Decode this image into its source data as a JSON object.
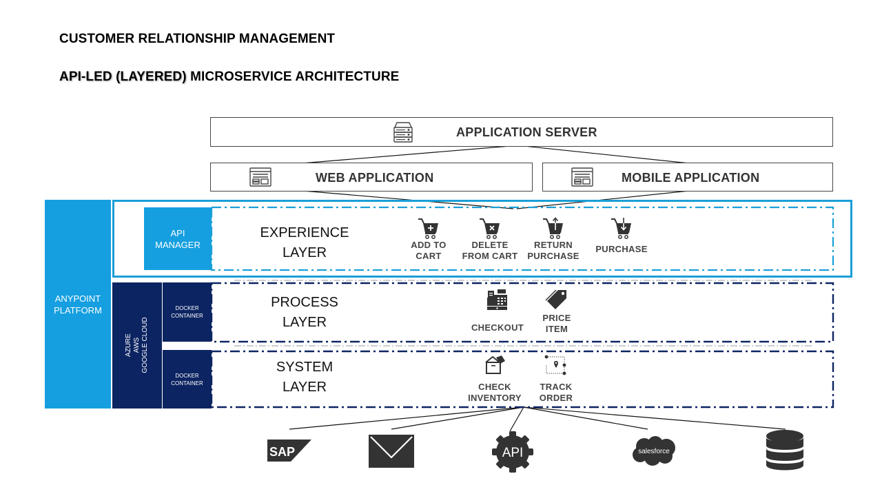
{
  "titles": {
    "line1": "CUSTOMER RELATIONSHIP MANAGEMENT",
    "line2_highlight": "API-LED (LAYERED)",
    "line2_rest": " MICROSERVICE ARCHITECTURE"
  },
  "top": {
    "app_server": {
      "label": "APPLICATION SERVER",
      "icon": "server-icon"
    },
    "web_app": {
      "label": "WEB APPLICATION",
      "icon": "browser-window-icon"
    },
    "mobile_app": {
      "label": "MOBILE APPLICATION",
      "icon": "browser-window-icon"
    }
  },
  "side": {
    "anypoint": "ANYPOINT\nPLATFORM",
    "api_manager": "API\nMANAGER",
    "clouds": [
      "AZURE",
      "AWS",
      "GOOGLE CLOUD"
    ],
    "docker_1": "DOCKER\nCONTAINER",
    "docker_2": "DOCKER\nCONTAINER"
  },
  "layers": {
    "experience": {
      "title": [
        "EXPERIENCE",
        "LAYER"
      ],
      "items": [
        {
          "label": [
            "ADD TO",
            "CART"
          ],
          "icon": "cart-add-icon"
        },
        {
          "label": [
            "DELETE",
            "FROM CART"
          ],
          "icon": "cart-remove-icon"
        },
        {
          "label": [
            "RETURN",
            "PURCHASE"
          ],
          "icon": "cart-return-icon"
        },
        {
          "label": [
            "PURCHASE"
          ],
          "icon": "cart-purchase-icon"
        }
      ]
    },
    "process": {
      "title": [
        "PROCESS",
        "LAYER"
      ],
      "items": [
        {
          "label": [
            "CHECKOUT"
          ],
          "icon": "cash-register-icon"
        },
        {
          "label": [
            "PRICE",
            "ITEM"
          ],
          "icon": "price-tag-icon"
        }
      ]
    },
    "system": {
      "title": [
        "SYSTEM",
        "LAYER"
      ],
      "items": [
        {
          "label": [
            "CHECK",
            "INVENTORY"
          ],
          "icon": "inventory-box-icon"
        },
        {
          "label": [
            "TRACK",
            "ORDER"
          ],
          "icon": "track-order-icon"
        }
      ]
    }
  },
  "backends": [
    {
      "name": "SAP",
      "icon": "sap-logo-icon",
      "text": "SAP"
    },
    {
      "name": "Email",
      "icon": "email-envelope-icon"
    },
    {
      "name": "API",
      "icon": "api-gear-icon",
      "text": "API"
    },
    {
      "name": "Salesforce",
      "icon": "salesforce-cloud-icon",
      "text": "salesforce"
    },
    {
      "name": "Database",
      "icon": "database-icon"
    }
  ],
  "colors": {
    "platform_blue": "#159fe0",
    "cloud_navy": "#0c2461",
    "experience_border": "#1a9fd6",
    "icon_dark": "#333333"
  }
}
